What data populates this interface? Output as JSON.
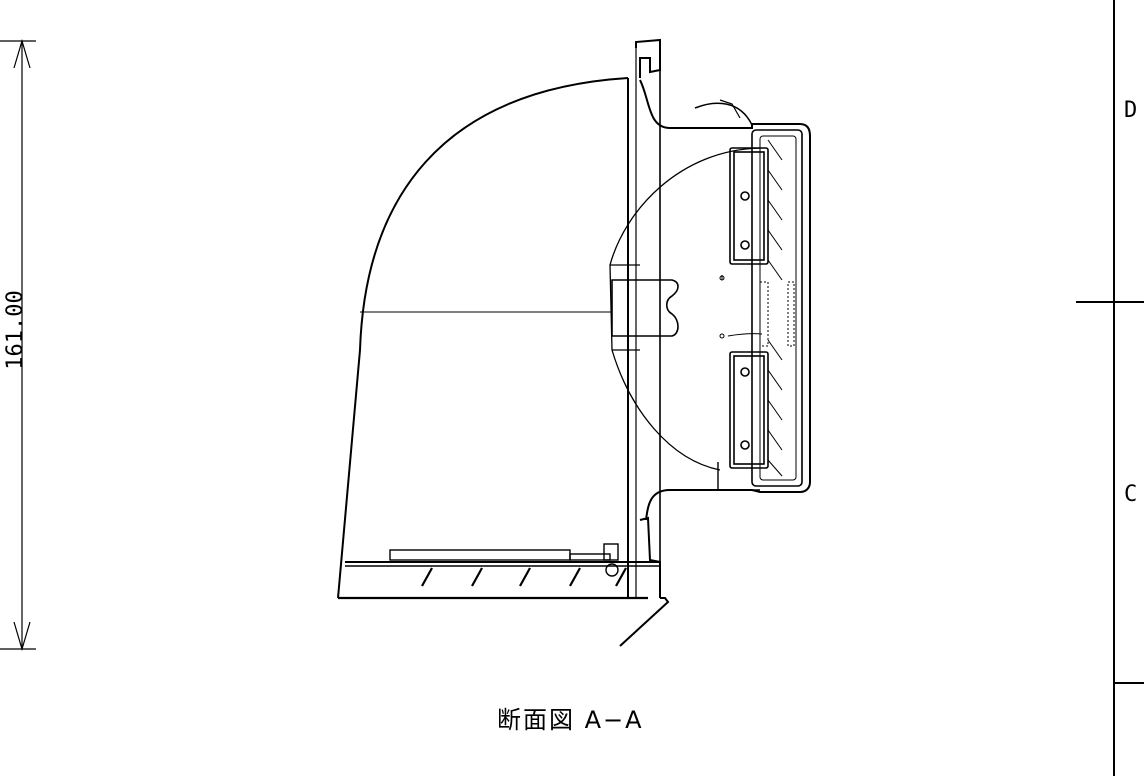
{
  "drawing": {
    "dimension": "161.00",
    "section_caption": "断面図 A−A",
    "zone_labels": [
      "D",
      "C"
    ]
  }
}
